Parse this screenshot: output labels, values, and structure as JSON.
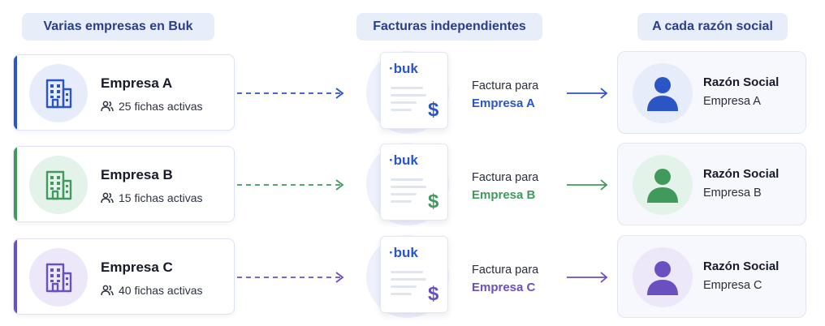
{
  "headers": {
    "left": "Varias empresas en Buk",
    "middle": "Facturas independientes",
    "right": "A cada razón social"
  },
  "rows": [
    {
      "company": "Empresa A",
      "fichas": "25 fichas activas",
      "brand": "·buk",
      "dollar": "$",
      "invoice_prefix": "Factura para",
      "invoice_target": "Empresa A",
      "entity_title": "Razón Social",
      "entity_name": "Empresa A",
      "color": "#2b55c4",
      "tint": "#e7ecfa"
    },
    {
      "company": "Empresa B",
      "fichas": "15 fichas activas",
      "brand": "·buk",
      "dollar": "$",
      "invoice_prefix": "Factura para",
      "invoice_target": "Empresa B",
      "entity_title": "Razón Social",
      "entity_name": "Empresa B",
      "color": "#3f9a5c",
      "tint": "#e4f3e9"
    },
    {
      "company": "Empresa C",
      "fichas": "40 fichas activas",
      "brand": "·buk",
      "dollar": "$",
      "invoice_prefix": "Factura para",
      "invoice_target": "Empresa C",
      "entity_title": "Razón Social",
      "entity_name": "Empresa C",
      "color": "#6a4fc0",
      "tint": "#ece8f9"
    }
  ],
  "brand_color": "#2b55c4",
  "icons": {
    "building": "building-icon",
    "users": "users-icon",
    "person": "person-icon",
    "invoice": "invoice-document-icon"
  }
}
